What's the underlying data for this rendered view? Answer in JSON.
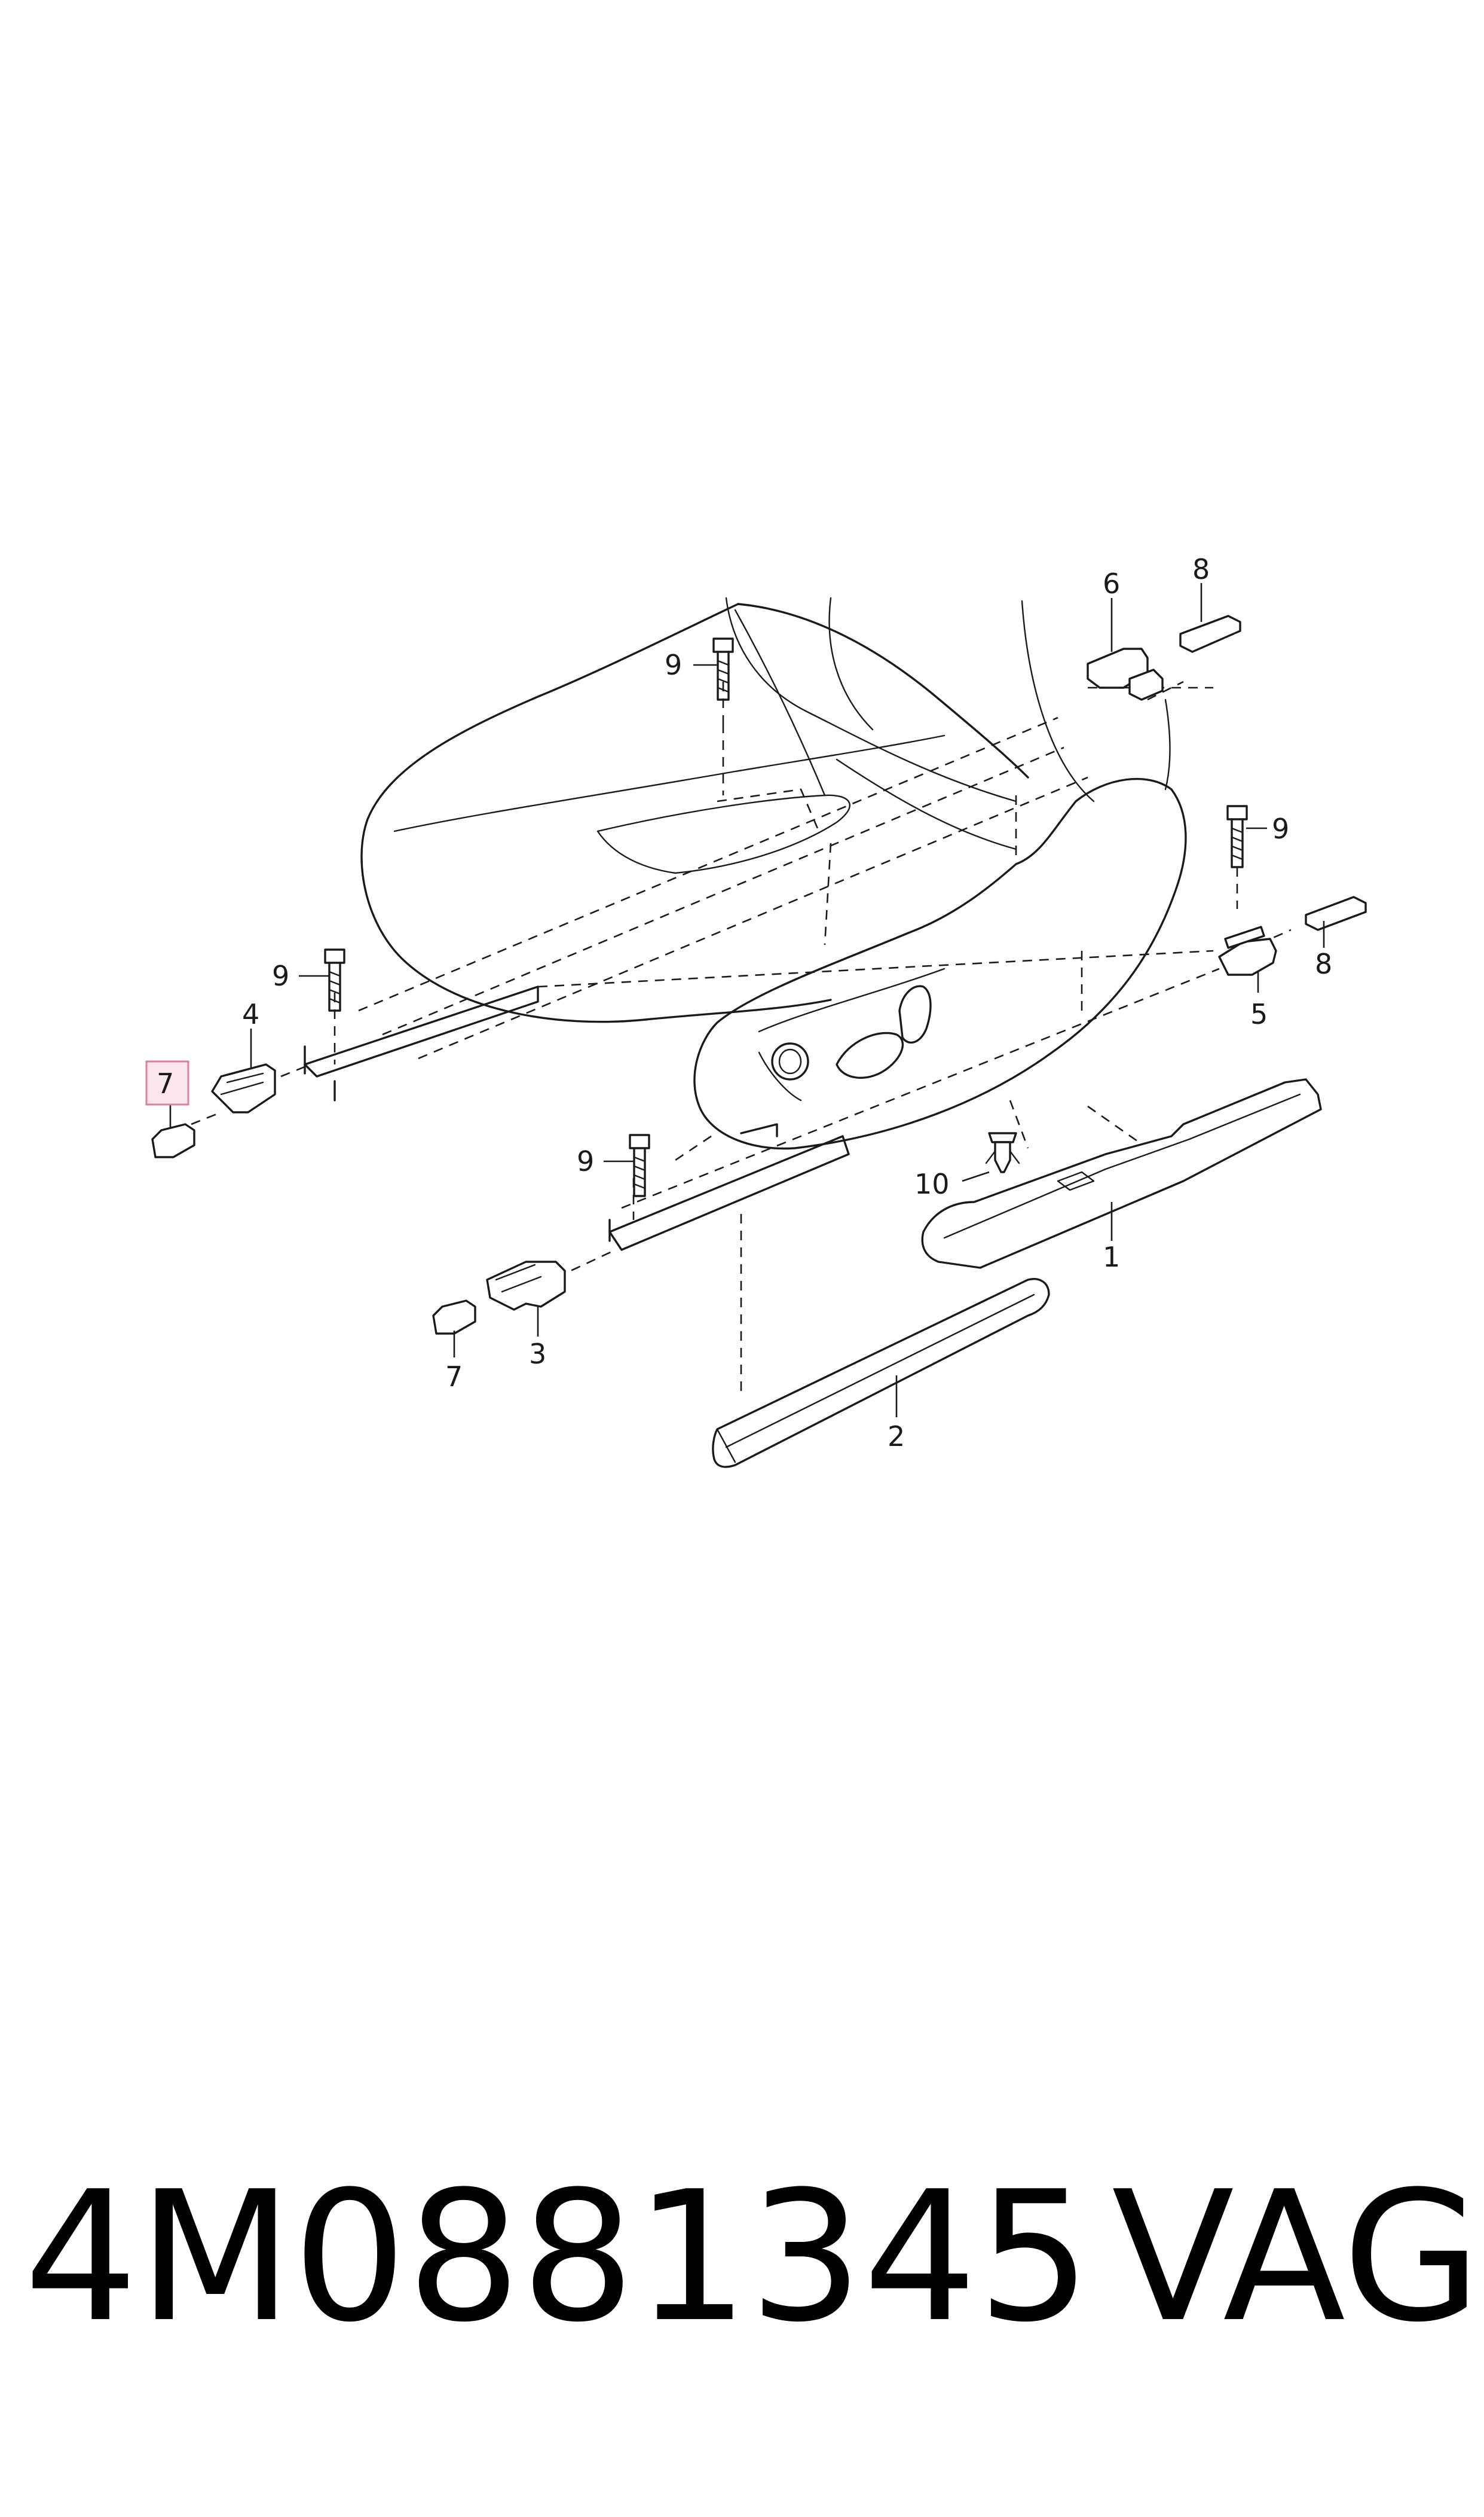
{
  "callouts": {
    "c1": "1",
    "c2": "2",
    "c3": "3",
    "c4": "4",
    "c5": "5",
    "c6": "6",
    "c7a": "7",
    "c7b": "7",
    "c8a": "8",
    "c8b": "8",
    "c9a": "9",
    "c9b": "9",
    "c9c": "9",
    "c9d": "9",
    "c10": "10"
  },
  "highlighted_callout": "7",
  "footer": {
    "part_number": "4M0881345",
    "brand": "VAG"
  },
  "colors": {
    "line": "#1a1a1a",
    "highlight_fill": "#fbe6ec",
    "highlight_stroke": "#e07f9b"
  }
}
